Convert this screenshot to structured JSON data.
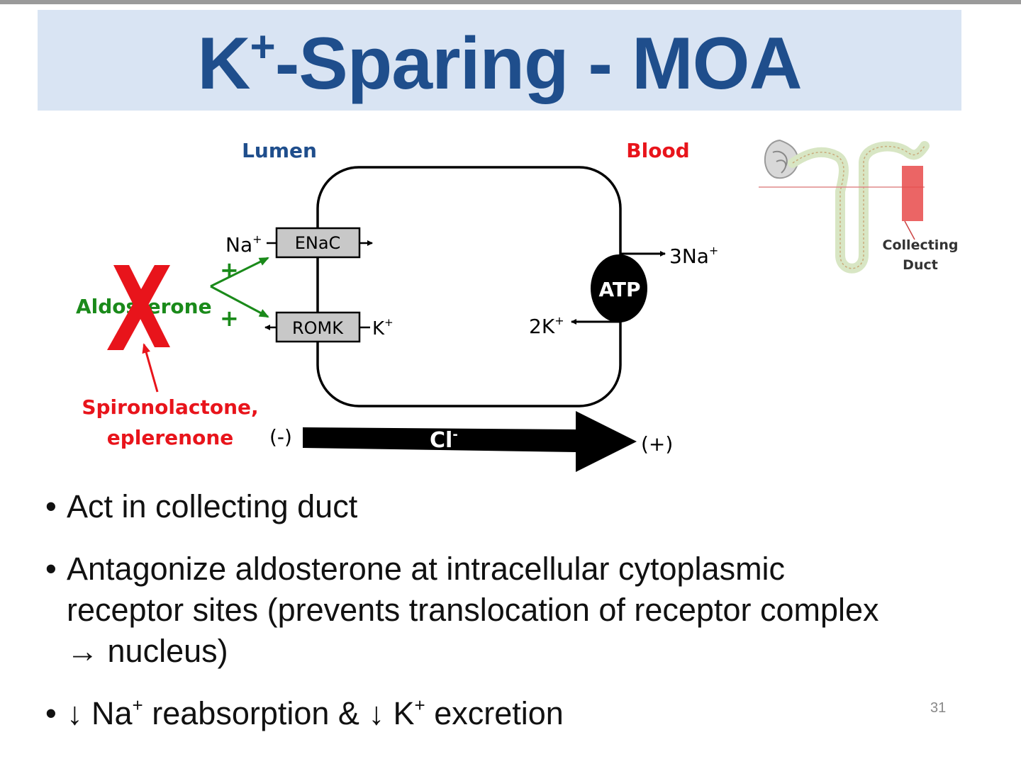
{
  "title": {
    "main": "K",
    "sup": "+",
    "rest": "-Sparing - MOA"
  },
  "diagram": {
    "lumen_label": "Lumen",
    "blood_label": "Blood",
    "na_label": "Na",
    "plus_sup": "+",
    "enac_label": "ENaC",
    "romk_label": "ROMK",
    "k_label": "K",
    "atp_label": "ATP",
    "na3_label": "3Na",
    "k2_label": "2K",
    "aldosterone_label": "Aldosterone",
    "plus_sign": "+",
    "blocker_line1": "Spironolactone,",
    "blocker_line2": "eplerenone",
    "neg_label": "(-)",
    "pos_label": "(+)",
    "cl_label": "Cl",
    "cl_sup": "-",
    "nephron_label_line1": "Collecting",
    "nephron_label_line2": "Duct",
    "colors": {
      "lumen": "#1f4e8c",
      "blood": "#e8141b",
      "aldosterone": "#1a8a1a",
      "x_mark": "#e8141b",
      "blocker": "#e8141b"
    }
  },
  "bullets": {
    "b1": "Act in collecting duct",
    "b2_line1": "Antagonize aldosterone at intracellular cytoplasmic",
    "b2_line2": "receptor sites (prevents translocation of receptor complex",
    "b2_arrow": "→",
    "b2_line3": "nucleus)",
    "b3_arrow1": "↓",
    "b3_na": "Na",
    "b3_sup": "+",
    "b3_mid": "reabsorption &",
    "b3_arrow2": "↓",
    "b3_k": "K",
    "b3_end": "excretion",
    "dot": "•"
  },
  "page_number": "31"
}
